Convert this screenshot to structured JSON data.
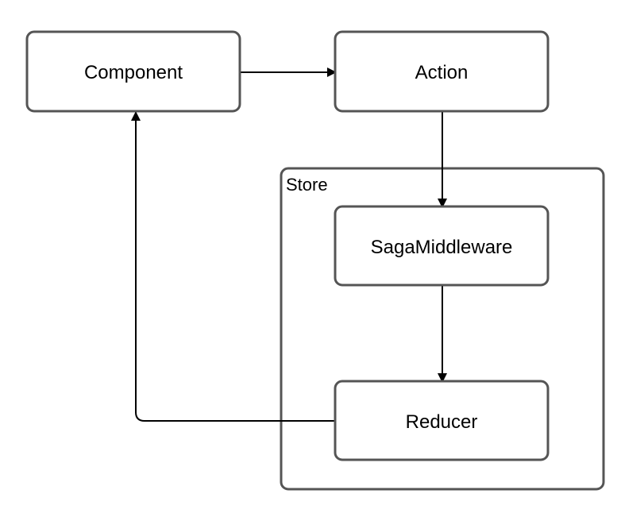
{
  "diagram": {
    "nodes": {
      "component": "Component",
      "action": "Action",
      "saga_middleware": "SagaMiddleware",
      "reducer": "Reducer"
    },
    "store_label": "Store",
    "edges": [
      {
        "from": "Component",
        "to": "Action"
      },
      {
        "from": "Action",
        "to": "SagaMiddleware"
      },
      {
        "from": "SagaMiddleware",
        "to": "Reducer"
      },
      {
        "from": "Reducer",
        "to": "Component"
      }
    ],
    "colors": {
      "box_stroke": "#555555",
      "edge": "#000000",
      "background": "#ffffff"
    }
  }
}
